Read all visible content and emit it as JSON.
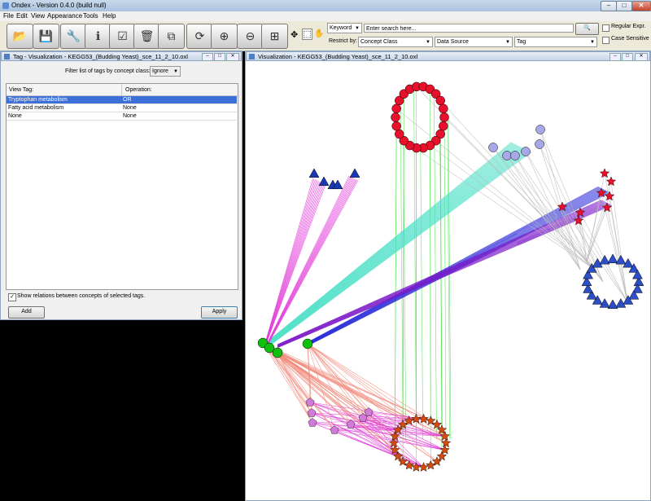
{
  "app": {
    "title": "Ondex - Version 0.4.0 (build null)",
    "window_controls": {
      "minimize": "–",
      "maximize": "□",
      "close": "✕"
    }
  },
  "menu": [
    "File",
    "Edit",
    "View",
    "Appearance",
    "Tools",
    "Help"
  ],
  "toolbar": {
    "buttons": [
      "open-folder-icon",
      "save-icon",
      "wrench-icon",
      "info-icon",
      "checkbox-icon",
      "trash-icon",
      "copy-icon",
      "refresh-icon",
      "zoom-in-icon",
      "zoom-out-icon",
      "fit-icon"
    ],
    "glyphs": [
      "📂",
      "💾",
      "🔧",
      "ℹ",
      "☑",
      "🗑",
      "⧉",
      "⟳",
      "⊕",
      "⊖",
      "⊞"
    ]
  },
  "search": {
    "mode": "Keyword",
    "placeholder": "Enter search here...",
    "go_icon": "🔍",
    "restrict_label": "Restrict by:",
    "concept_class": "Concept Class",
    "data_source": "Data Source",
    "tag": "Tag",
    "regex_label": "Regular Expr.",
    "case_label": "Case Sensitive",
    "regex_checked": false,
    "case_checked": false
  },
  "tag_panel": {
    "title": "Tag - Visualization - KEGG53_(Budding Yeast)_sce_11_2_10.oxl",
    "filter_label": "Filter list of tags by concept class:",
    "filter_value": "Ignore",
    "columns": [
      "View Tag:",
      "Operation:"
    ],
    "rows": [
      {
        "tag": "Tryptophan metabolism",
        "op": "OR",
        "selected": true
      },
      {
        "tag": "Fatty acid metabolism",
        "op": "None",
        "selected": false
      },
      {
        "tag": "None",
        "op": "None",
        "selected": false
      }
    ],
    "show_relations_label": "Show relations between concepts of selected tags.",
    "show_relations_checked": true,
    "add_label": "Add",
    "apply_label": "Apply"
  },
  "viz_panel": {
    "title": "Visualization - KEGG53_(Budding Yeast)_sce_11_2_10.oxl"
  },
  "colors": {
    "red_node": "#e8102a",
    "lavender_node": "#a8a8e8",
    "blue_triangle": "#2c4fc7",
    "darkblue_triangle": "#1a3ab5",
    "green_node": "#10c010",
    "violet_pentagon": "#d27ad9",
    "orange_star": "#d24a10",
    "edge_green": "#4ce04c",
    "edge_cyan": "#4fe0c8",
    "edge_magenta": "#e23ad8",
    "edge_blue": "#2020d8",
    "edge_purple": "#7a18c8",
    "edge_gray": "#b8b8b8",
    "edge_salmon": "#f28a7a"
  }
}
